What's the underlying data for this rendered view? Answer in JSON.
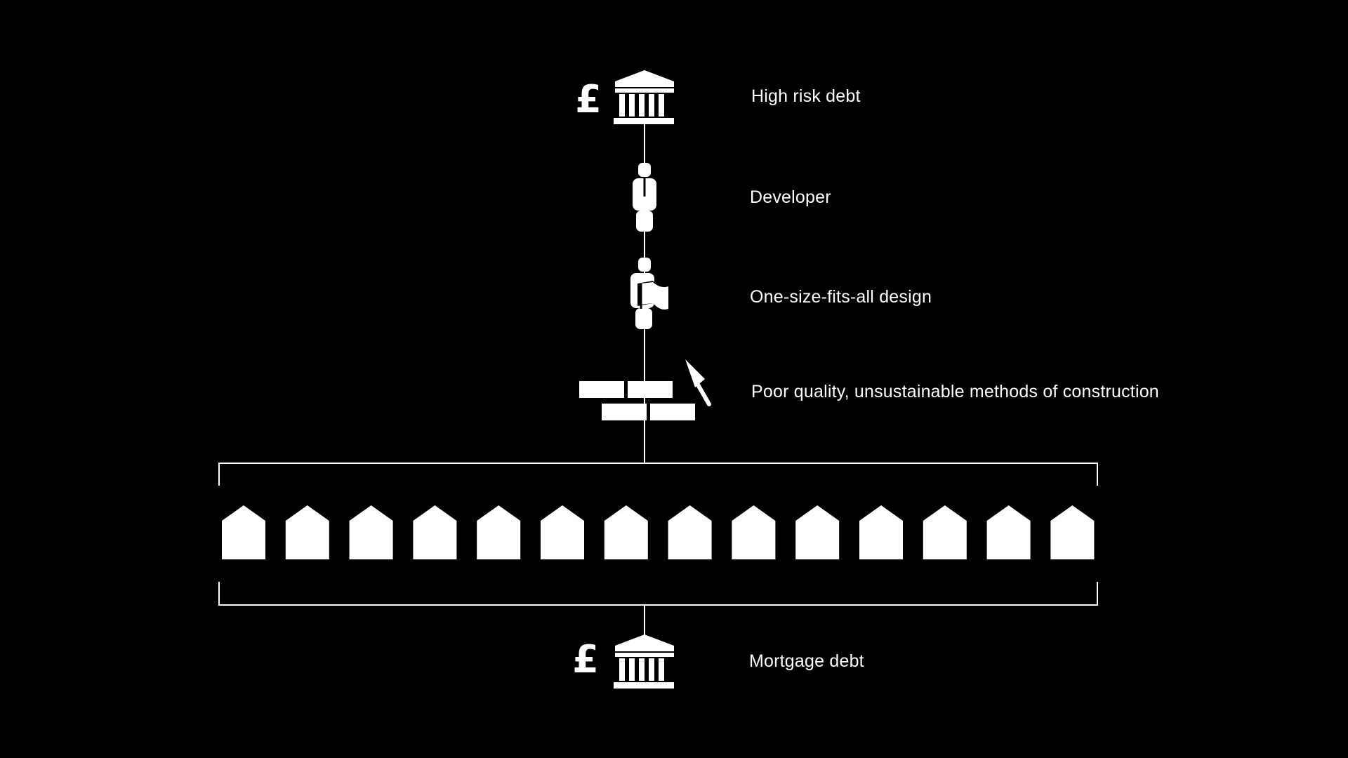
{
  "steps": {
    "high_risk_debt": {
      "label": "High risk debt",
      "currency_symbol": "£"
    },
    "developer": {
      "label": "Developer"
    },
    "design": {
      "label": "One-size-fits-all design"
    },
    "construction": {
      "label": "Poor quality, unsustainable methods of construction"
    },
    "mortgage_debt": {
      "label": "Mortgage debt",
      "currency_symbol": "£"
    }
  },
  "houses": {
    "count": 14
  },
  "colors": {
    "background": "#000000",
    "foreground": "#ffffff"
  }
}
